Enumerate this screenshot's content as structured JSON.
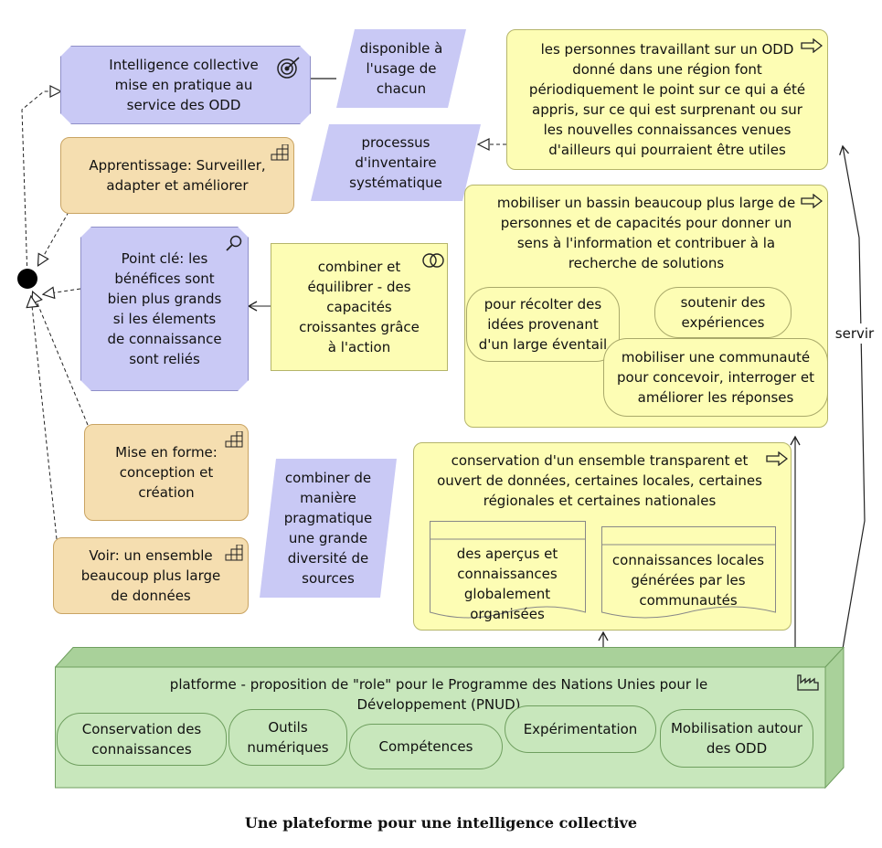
{
  "goal": {
    "text": "Intelligence collective mise en pratique au service des ODD"
  },
  "outcome_available": "disponible à l'usage de chacun",
  "outcome_inventory": "processus d'inventaire systématique",
  "outcome_pragmatic": "combiner de manière pragmatique une grande diversité de sources",
  "capability_learning": "Apprentissage: Surveiller, adapter et améliorer",
  "capability_shaping": "Mise en forme: conception et création",
  "capability_see": "Voir: un ensemble beaucoup plus large de données",
  "principle_key": "Point clé: les bénéfices sont bien plus grands si les élements de connaissance sont reliés",
  "combine_balance": "combiner et équilibrer - des capacités croissantes grâce à l'action",
  "process_people": "les personnes travaillant sur un ODD donné dans une région font périodiquement le point sur ce qui a été appris, sur ce qui est surprenant ou sur les nouvelles connaissances venues d'ailleurs qui pourraient être utiles",
  "process_mobilise": {
    "text": "mobiliser un bassin beaucoup plus large de personnes et de capacités pour donner un sens à l'information et contribuer à la recherche de solutions",
    "services": [
      "pour récolter des idées provenant d'un large éventail",
      "soutenir des expériences",
      "mobiliser une communauté pour concevoir, interroger et améliorer les réponses"
    ]
  },
  "process_conservation": {
    "text": "conservation d'un ensemble transparent et ouvert de données, certaines locales, certaines régionales et certaines nationales",
    "documents": [
      "des aperçus et connaissances globalement organisées",
      "connaissances locales générées par les communautés"
    ]
  },
  "platform": {
    "text": "platforme - proposition de \"role\" pour le Programme des Nations Unies pour le Développement (PNUD)",
    "services": [
      "Conservation des connaissances",
      "Outils numériques",
      "Compétences",
      "Expérimentation",
      "Mobilisation autour des ODD"
    ]
  },
  "relation_label": "servir",
  "caption": "Une plateforme pour une intelligence collective",
  "colors": {
    "motivation": "#c9c9f5",
    "strategy": "#f5deb0",
    "business": "#fdfdb4",
    "technology": "#c8e7bc"
  }
}
